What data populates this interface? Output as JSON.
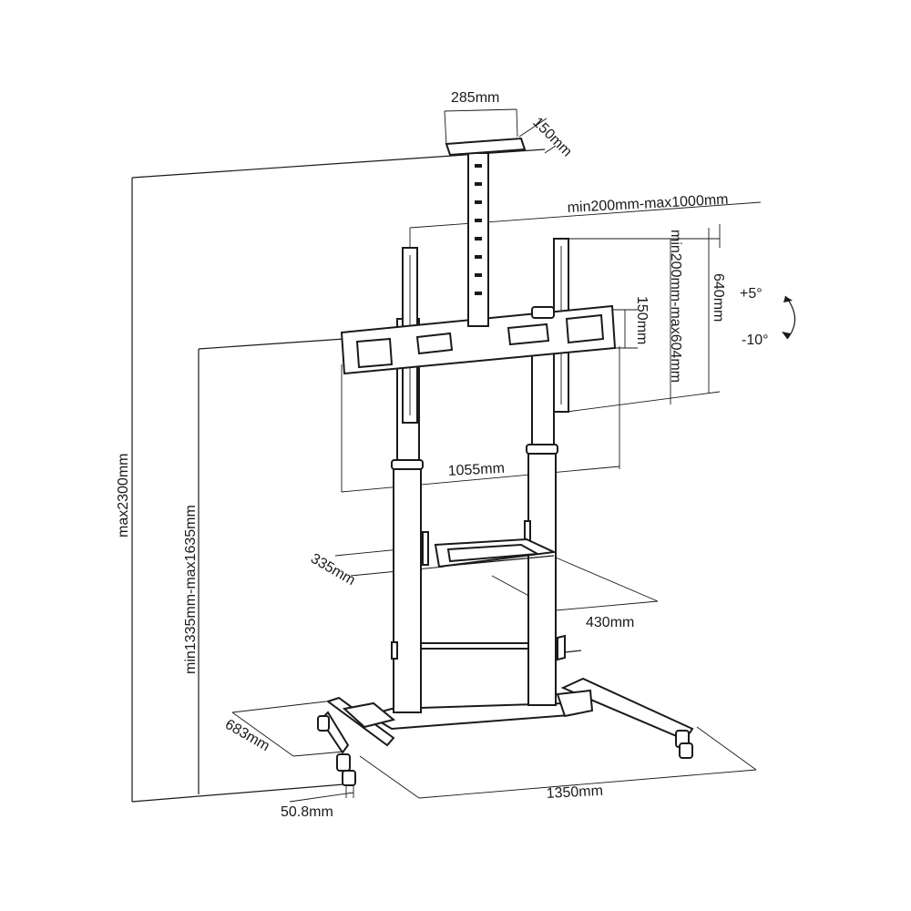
{
  "labels": {
    "top_plate_width": "285mm",
    "top_plate_depth": "150mm",
    "vesa_horizontal": "min200mm-max1000mm",
    "vesa_vertical": "min200mm-max604mm",
    "bracket_height": "640mm",
    "mount_plate_height": "150mm",
    "tilt_up": "+5°",
    "tilt_down": "-10°",
    "overall_height": "max2300mm",
    "center_height": "min1335mm-max1635mm",
    "mount_width": "1055mm",
    "shelf_depth": "335mm",
    "shelf_width": "430mm",
    "base_depth": "683mm",
    "base_width": "1350mm",
    "tube_diameter": "50.8mm"
  },
  "colors": {
    "line": "#1a1a1a",
    "background": "#ffffff"
  }
}
